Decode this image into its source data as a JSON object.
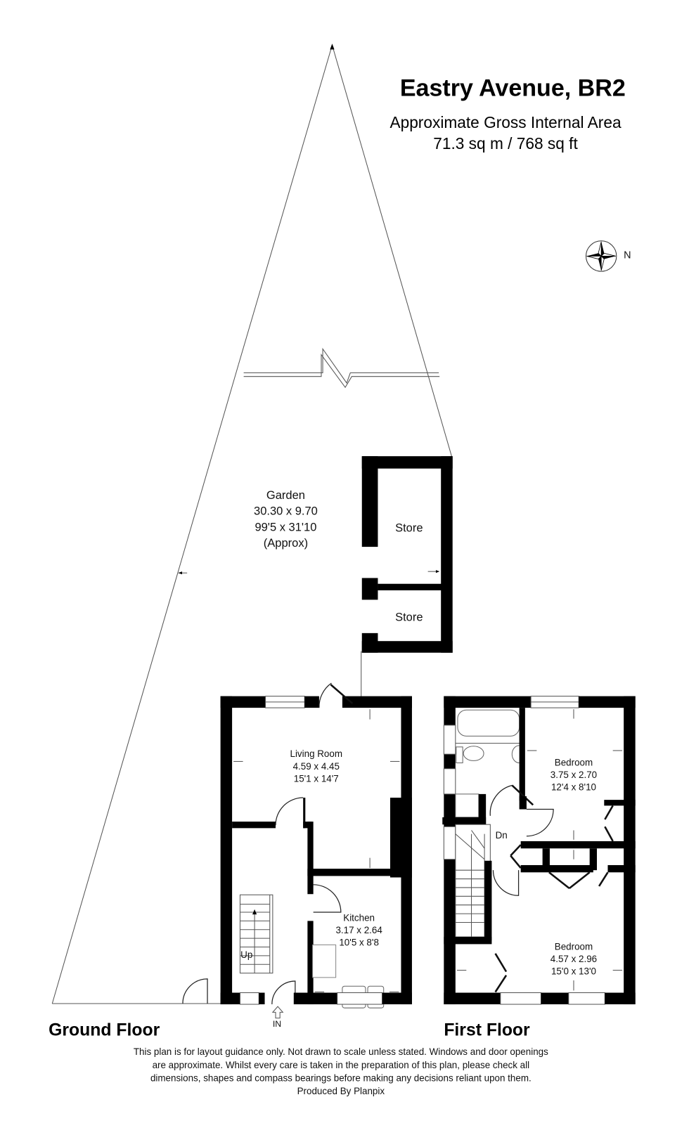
{
  "header": {
    "title": "Eastry Avenue, BR2",
    "area_label": "Approximate Gross Internal Area",
    "area_value": "71.3 sq m / 768 sq ft"
  },
  "compass": {
    "icon": "compass-rose-icon",
    "label": "N"
  },
  "garden": {
    "name": "Garden",
    "metric": "30.30 x 9.70",
    "imperial": "99'5 x 31'10",
    "note": "(Approx)"
  },
  "stores": [
    {
      "name": "Store"
    },
    {
      "name": "Store"
    }
  ],
  "ground_floor": {
    "label": "Ground Floor",
    "rooms": [
      {
        "name": "Living Room",
        "metric": "4.59 x 4.45",
        "imperial": "15'1 x 14'7"
      },
      {
        "name": "Kitchen",
        "metric": "3.17 x 2.64",
        "imperial": "10'5 x 8'8"
      }
    ],
    "stairs_label": "Up",
    "entrance_label": "IN"
  },
  "first_floor": {
    "label": "First Floor",
    "rooms": [
      {
        "name": "Bedroom",
        "metric": "3.75 x 2.70",
        "imperial": "12'4 x 8'10"
      },
      {
        "name": "Bedroom",
        "metric": "4.57 x 2.96",
        "imperial": "15'0 x 13'0"
      }
    ],
    "stairs_label": "Dn"
  },
  "footer": {
    "disclaimer_lines": [
      "This plan is for layout guidance only. Not drawn to scale unless stated. Windows and door openings",
      "are approximate. Whilst every care is taken in the preparation of this plan, please check all",
      "dimensions, shapes and compass bearings before making any decisions reliant upon them."
    ],
    "credit": "Produced By Planpix"
  }
}
